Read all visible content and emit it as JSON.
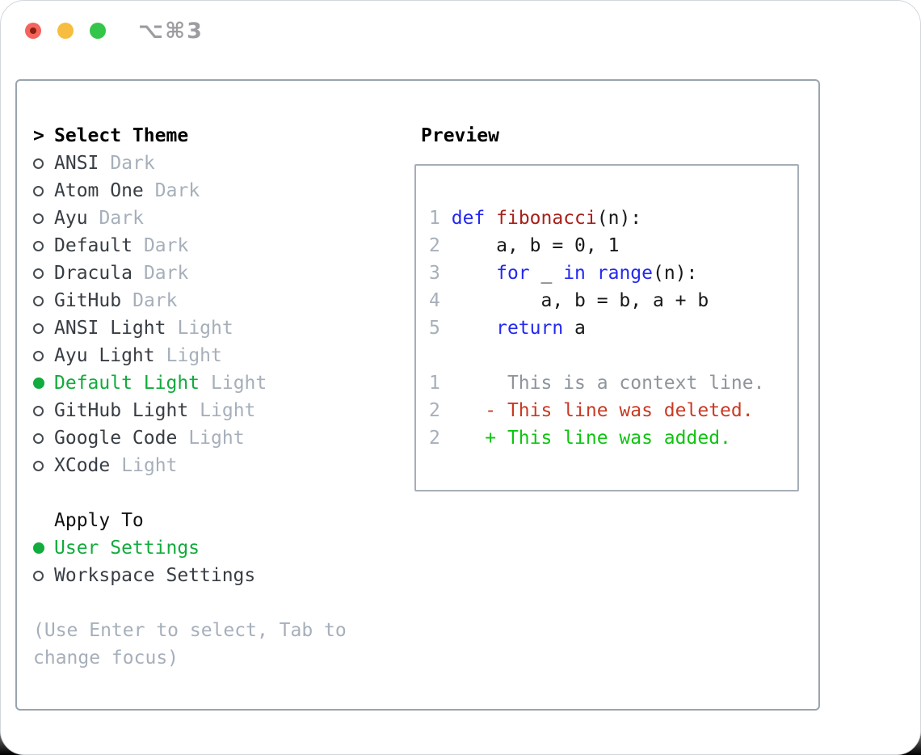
{
  "window": {
    "title": "⌥⌘3",
    "traffic_colors": {
      "close": "#f3655c",
      "minimize": "#f6bd40",
      "zoom": "#33c64a"
    }
  },
  "colors": {
    "accent_green": "#12ab3d",
    "keyword_blue": "#2428ef",
    "function_red": "#a8201a",
    "diff_deleted": "#c83a23",
    "diff_added": "#0fc411",
    "muted_gray": "#a6afba",
    "panel_border": "#9aa4af"
  },
  "theme_list": {
    "prompt": ">",
    "title": "Select Theme",
    "items": [
      {
        "name": "ANSI",
        "tag": "Dark",
        "selected": false
      },
      {
        "name": "Atom One",
        "tag": "Dark",
        "selected": false
      },
      {
        "name": "Ayu",
        "tag": "Dark",
        "selected": false
      },
      {
        "name": "Default",
        "tag": "Dark",
        "selected": false
      },
      {
        "name": "Dracula",
        "tag": "Dark",
        "selected": false
      },
      {
        "name": "GitHub",
        "tag": "Dark",
        "selected": false
      },
      {
        "name": "ANSI Light",
        "tag": "Light",
        "selected": false
      },
      {
        "name": "Ayu Light",
        "tag": "Light",
        "selected": false
      },
      {
        "name": "Default Light",
        "tag": "Light",
        "selected": true
      },
      {
        "name": "GitHub Light",
        "tag": "Light",
        "selected": false
      },
      {
        "name": "Google Code",
        "tag": "Light",
        "selected": false
      },
      {
        "name": "XCode",
        "tag": "Light",
        "selected": false
      }
    ]
  },
  "apply_to": {
    "title": "Apply To",
    "options": [
      {
        "label": "User Settings",
        "selected": true
      },
      {
        "label": "Workspace Settings",
        "selected": false
      }
    ]
  },
  "hint": "(Use Enter to select, Tab to change focus)",
  "preview": {
    "title": "Preview",
    "lines": [
      {
        "num": "1",
        "tokens": [
          [
            "pl",
            " "
          ],
          [
            "kw",
            "def"
          ],
          [
            "pl",
            " "
          ],
          [
            "fn",
            "fibonacci"
          ],
          [
            "pl",
            "(n):"
          ]
        ]
      },
      {
        "num": "2",
        "tokens": [
          [
            "pl",
            "     a, b = 0, 1"
          ]
        ]
      },
      {
        "num": "3",
        "tokens": [
          [
            "pl",
            "     "
          ],
          [
            "kw",
            "for"
          ],
          [
            "pl",
            " _ "
          ],
          [
            "kw",
            "in"
          ],
          [
            "pl",
            " "
          ],
          [
            "kw",
            "range"
          ],
          [
            "pl",
            "(n):"
          ]
        ]
      },
      {
        "num": "4",
        "tokens": [
          [
            "pl",
            "         a, b = b, a + b"
          ]
        ]
      },
      {
        "num": "5",
        "tokens": [
          [
            "pl",
            "     "
          ],
          [
            "kw",
            "return"
          ],
          [
            "pl",
            " a"
          ]
        ]
      },
      {
        "num": "",
        "tokens": []
      },
      {
        "num": "1",
        "tokens": [
          [
            "ctx",
            "      This is a context line."
          ]
        ]
      },
      {
        "num": "2",
        "tokens": [
          [
            "del",
            "    - This line was deleted."
          ]
        ]
      },
      {
        "num": "2",
        "tokens": [
          [
            "add",
            "    + This line was added."
          ]
        ]
      }
    ]
  }
}
